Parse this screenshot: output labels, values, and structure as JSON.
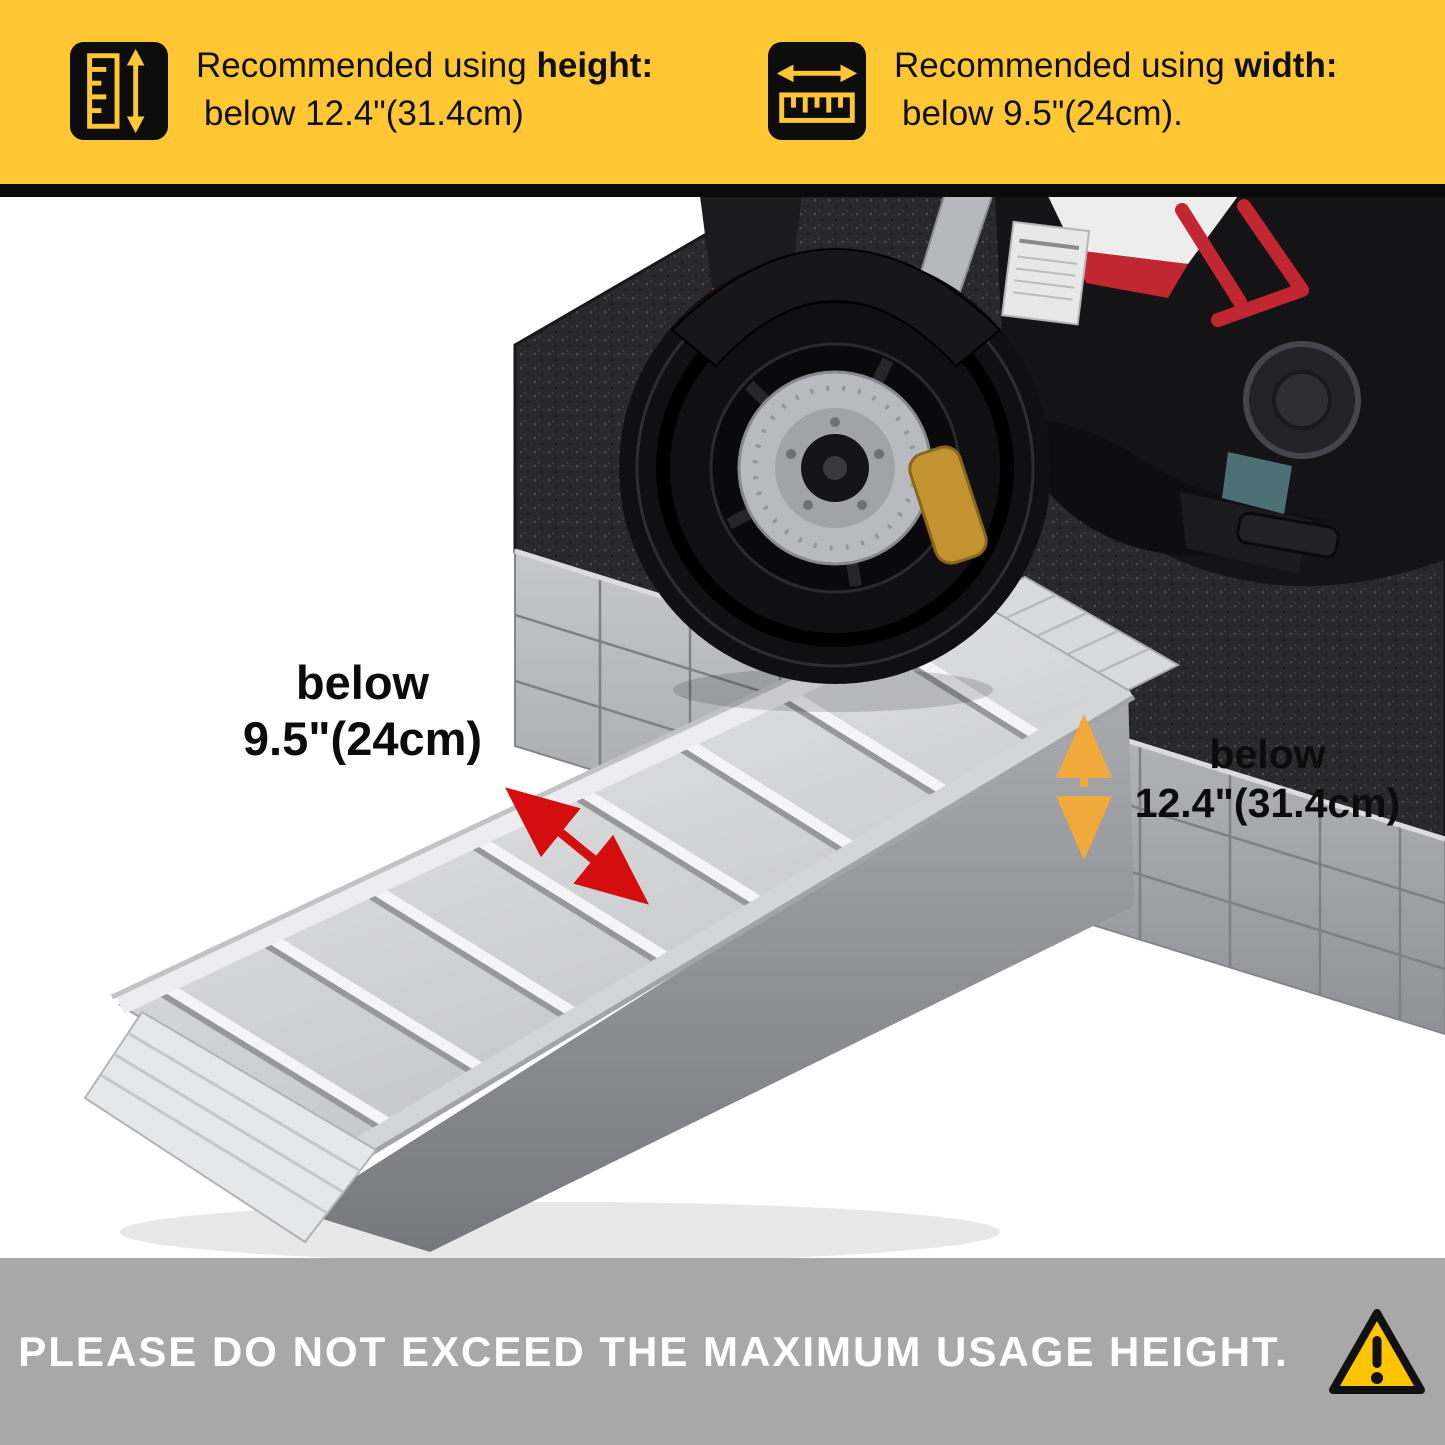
{
  "top_banner": {
    "bg_color": "#FFC734",
    "left": {
      "icon": "height-ruler-icon",
      "prefix": "Recommended using ",
      "keyword": "height:",
      "line2": "below 12.4\"(31.4cm)"
    },
    "right": {
      "icon": "width-ruler-icon",
      "prefix": "Recommended using ",
      "keyword": "width:",
      "line2": "below 9.5\"(24cm)."
    }
  },
  "illustration": {
    "subject": "aluminum loading ramp with motorcycle front wheel on raised platform",
    "ramp_width_label": {
      "line1": "below",
      "line2": "9.5\"(24cm)"
    },
    "platform_height_label": {
      "line1": "below",
      "line2": "12.4\"(31.4cm)"
    },
    "width_arrow_color": "#D40E0E",
    "height_arrow_color": "#F2A93B"
  },
  "bottom_banner": {
    "bg_color": "#A8A8A8",
    "text": "PLEASE DO NOT EXCEED THE MAXIMUM USAGE HEIGHT.",
    "icon": "warning-triangle-icon",
    "icon_color": "#FFC400"
  }
}
